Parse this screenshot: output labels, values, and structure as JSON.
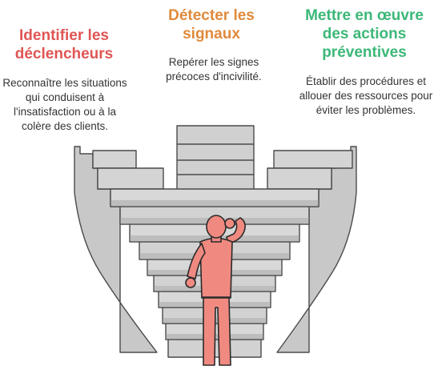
{
  "colors": {
    "left_accent": "#e05555",
    "middle_accent": "#e08a3c",
    "right_accent": "#3cb878",
    "stone_light": "#d4d4d4",
    "stone_mid": "#bdbdbd",
    "stone_stroke": "#4a4a4a",
    "person_fill": "#f08a80",
    "person_stroke": "#2a2a2a"
  },
  "left": {
    "title": "Identifier les déclencheurs",
    "description": "Reconnaître les situations qui conduisent à l'insatisfaction ou à la colère des clients."
  },
  "middle": {
    "title": "Détecter les signaux",
    "description": "Repérer les signes précoces d'incivilité."
  },
  "right": {
    "title": "Mettre en œuvre des actions préventives",
    "description": "Établir des procédures et allouer des ressources pour éviter les problèmes."
  },
  "icons": {
    "staircase": "staircase-icon",
    "person": "thinking-person-icon"
  }
}
